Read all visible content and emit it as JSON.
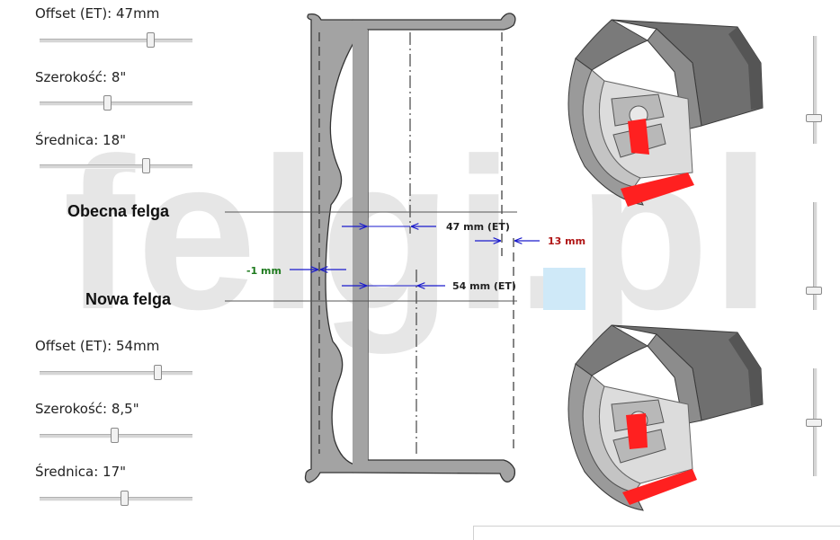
{
  "watermark": {
    "text": "felgi.pl",
    "accent": "#cfe9f8"
  },
  "current_rim": {
    "title": "Obecna felga",
    "controls": [
      {
        "label": "Offset (ET): 47mm",
        "value_fraction": 0.74
      },
      {
        "label": "Szerokość: 8\"",
        "value_fraction": 0.44
      },
      {
        "label": "Średnica: 18\"",
        "value_fraction": 0.71
      }
    ]
  },
  "new_rim": {
    "title": "Nowa felga",
    "controls": [
      {
        "label": "Offset (ET): 54mm",
        "value_fraction": 0.79
      },
      {
        "label": "Szerokość: 8,5\"",
        "value_fraction": 0.49
      },
      {
        "label": "Średnica: 17\"",
        "value_fraction": 0.56
      }
    ]
  },
  "measurements": {
    "current_et": "47 mm (ET)",
    "new_et": "54 mm (ET)",
    "outer_diff": "13 mm",
    "inner_diff": "-1 mm"
  },
  "colors": {
    "dimension_line": "#1a1acc",
    "outer_diff": "#b01515",
    "inner_diff": "#1e7a1e",
    "rim_fill": "#a3a3a3",
    "highlight": "#ff2020"
  },
  "view_sliders": [
    {
      "name": "view-top",
      "value_fraction": 0.78
    },
    {
      "name": "view-middle",
      "value_fraction": 0.85
    },
    {
      "name": "view-bottom",
      "value_fraction": 0.5
    }
  ],
  "icons": [
    "rim-profile-icon",
    "wheel-3d-current-icon",
    "wheel-3d-new-icon"
  ]
}
